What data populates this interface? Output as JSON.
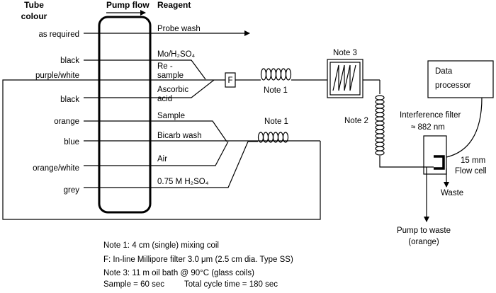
{
  "headers": {
    "tube_line1": "Tube",
    "tube_line2": "colour",
    "pump_flow": "Pump flow",
    "reagent": "Reagent"
  },
  "rows": [
    {
      "tube": "as required",
      "reagent": "Probe wash"
    },
    {
      "tube": "black",
      "reagent": "Mo/H₂SO₄"
    },
    {
      "tube": "purple/white",
      "reagent_line1": "Re -",
      "reagent_line2": "sample"
    },
    {
      "tube": "black",
      "reagent_line1": "Ascorbic",
      "reagent_line2": "acid"
    },
    {
      "tube": "orange",
      "reagent": "Sample"
    },
    {
      "tube": "blue",
      "reagent": "Bicarb wash"
    },
    {
      "tube": "orange/white",
      "reagent": "Air"
    },
    {
      "tube": "grey",
      "reagent": "0.75 M H₂SO₄"
    }
  ],
  "components": {
    "filter": "F",
    "coil_upper": "Note 1",
    "coil_lower": "Note 1",
    "oil_bath": "Note 3",
    "coil_note2": "Note 2",
    "data_processor_line1": "Data",
    "data_processor_line2": "processor",
    "interference_line1": "Interference filter",
    "interference_line2": "≈ 882 nm",
    "flow_cell_line1": "15 mm",
    "flow_cell_line2": "Flow cell",
    "waste": "Waste",
    "pump_waste_line1": "Pump to waste",
    "pump_waste_line2": "(orange)"
  },
  "notes": [
    "Note 1:  4 cm (single) mixing coil",
    "F:  In-line Millipore filter 3.0 μm (2.5 cm dia. Type SS)",
    "Note 3:  11 m oil bath @ 90°C (glass coils)"
  ],
  "timing": {
    "sample": "Sample = 60 sec",
    "cycle": "Total cycle time = 180 sec"
  }
}
